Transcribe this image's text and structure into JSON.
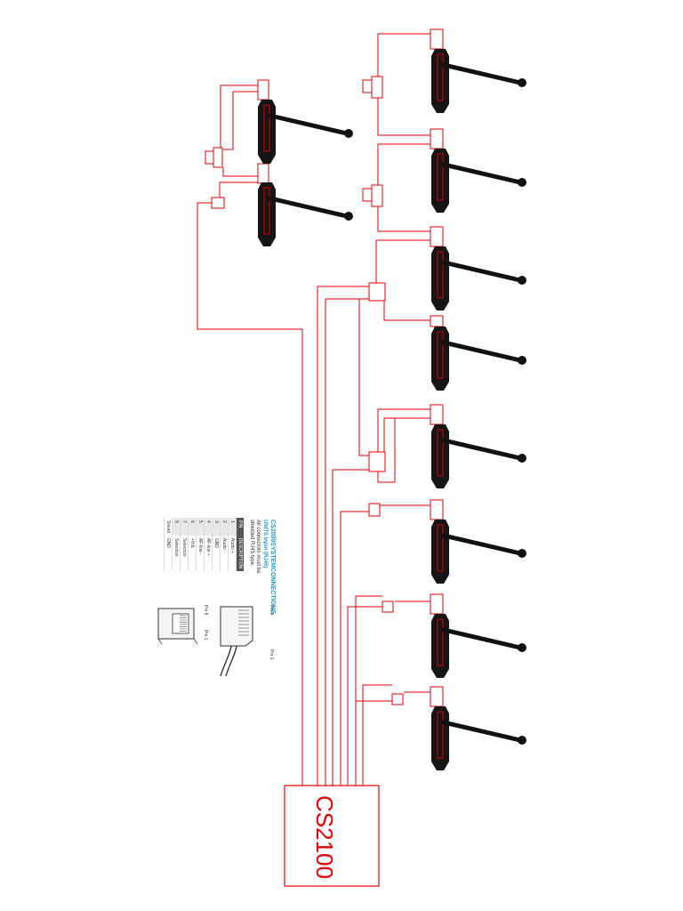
{
  "unit": {
    "label": "CS2100"
  },
  "spec": {
    "title": "CS2000SYSTEMCONNECTIONS",
    "subtitle": "UNITS input (RJ45)",
    "note": "All connectors must be shielded RJ45 type.",
    "table_headers": [
      "PIN",
      "DESCRIPTION"
    ],
    "pins": [
      {
        "pin": "1",
        "desc": "Audio +"
      },
      {
        "pin": "2",
        "desc": "Audio -"
      },
      {
        "pin": "3",
        "desc": "GND"
      },
      {
        "pin": "4",
        "desc": "AF-line +"
      },
      {
        "pin": "5",
        "desc": "AF-line -"
      },
      {
        "pin": "6",
        "desc": "+Vdc"
      },
      {
        "pin": "7",
        "desc": "Selection"
      },
      {
        "pin": "8",
        "desc": "Selection"
      },
      {
        "pin": "Shield",
        "desc": "GND"
      }
    ],
    "pin8_label": "Pin 8",
    "pin1_label": "Pin 1"
  },
  "colors": {
    "wire": "#e60000",
    "accent": "#1a9ad6"
  }
}
